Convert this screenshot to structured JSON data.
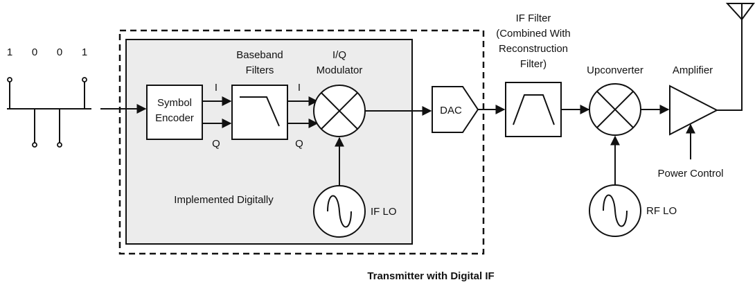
{
  "bits": [
    "1",
    "0",
    "0",
    "1"
  ],
  "labels": {
    "baseband_filters_1": "Baseband",
    "baseband_filters_2": "Filters",
    "iq_modulator_1": "I/Q",
    "iq_modulator_2": "Modulator",
    "symbol_encoder_1": "Symbol",
    "symbol_encoder_2": "Encoder",
    "i_in": "I",
    "q_in": "Q",
    "i_out": "I",
    "q_out": "Q",
    "dac": "DAC",
    "if_filter_1": "IF Filter",
    "if_filter_2": "(Combined With",
    "if_filter_3": "Reconstruction",
    "if_filter_4": "Filter)",
    "upconverter": "Upconverter",
    "amplifier": "Amplifier",
    "power_control": "Power Control",
    "rf_lo": "RF LO",
    "if_lo": "IF LO",
    "implemented_digitally": "Implemented Digitally"
  },
  "caption": "Transmitter with Digital IF",
  "colors": {
    "digital_region_fill": "#ececec",
    "line": "#111111"
  }
}
